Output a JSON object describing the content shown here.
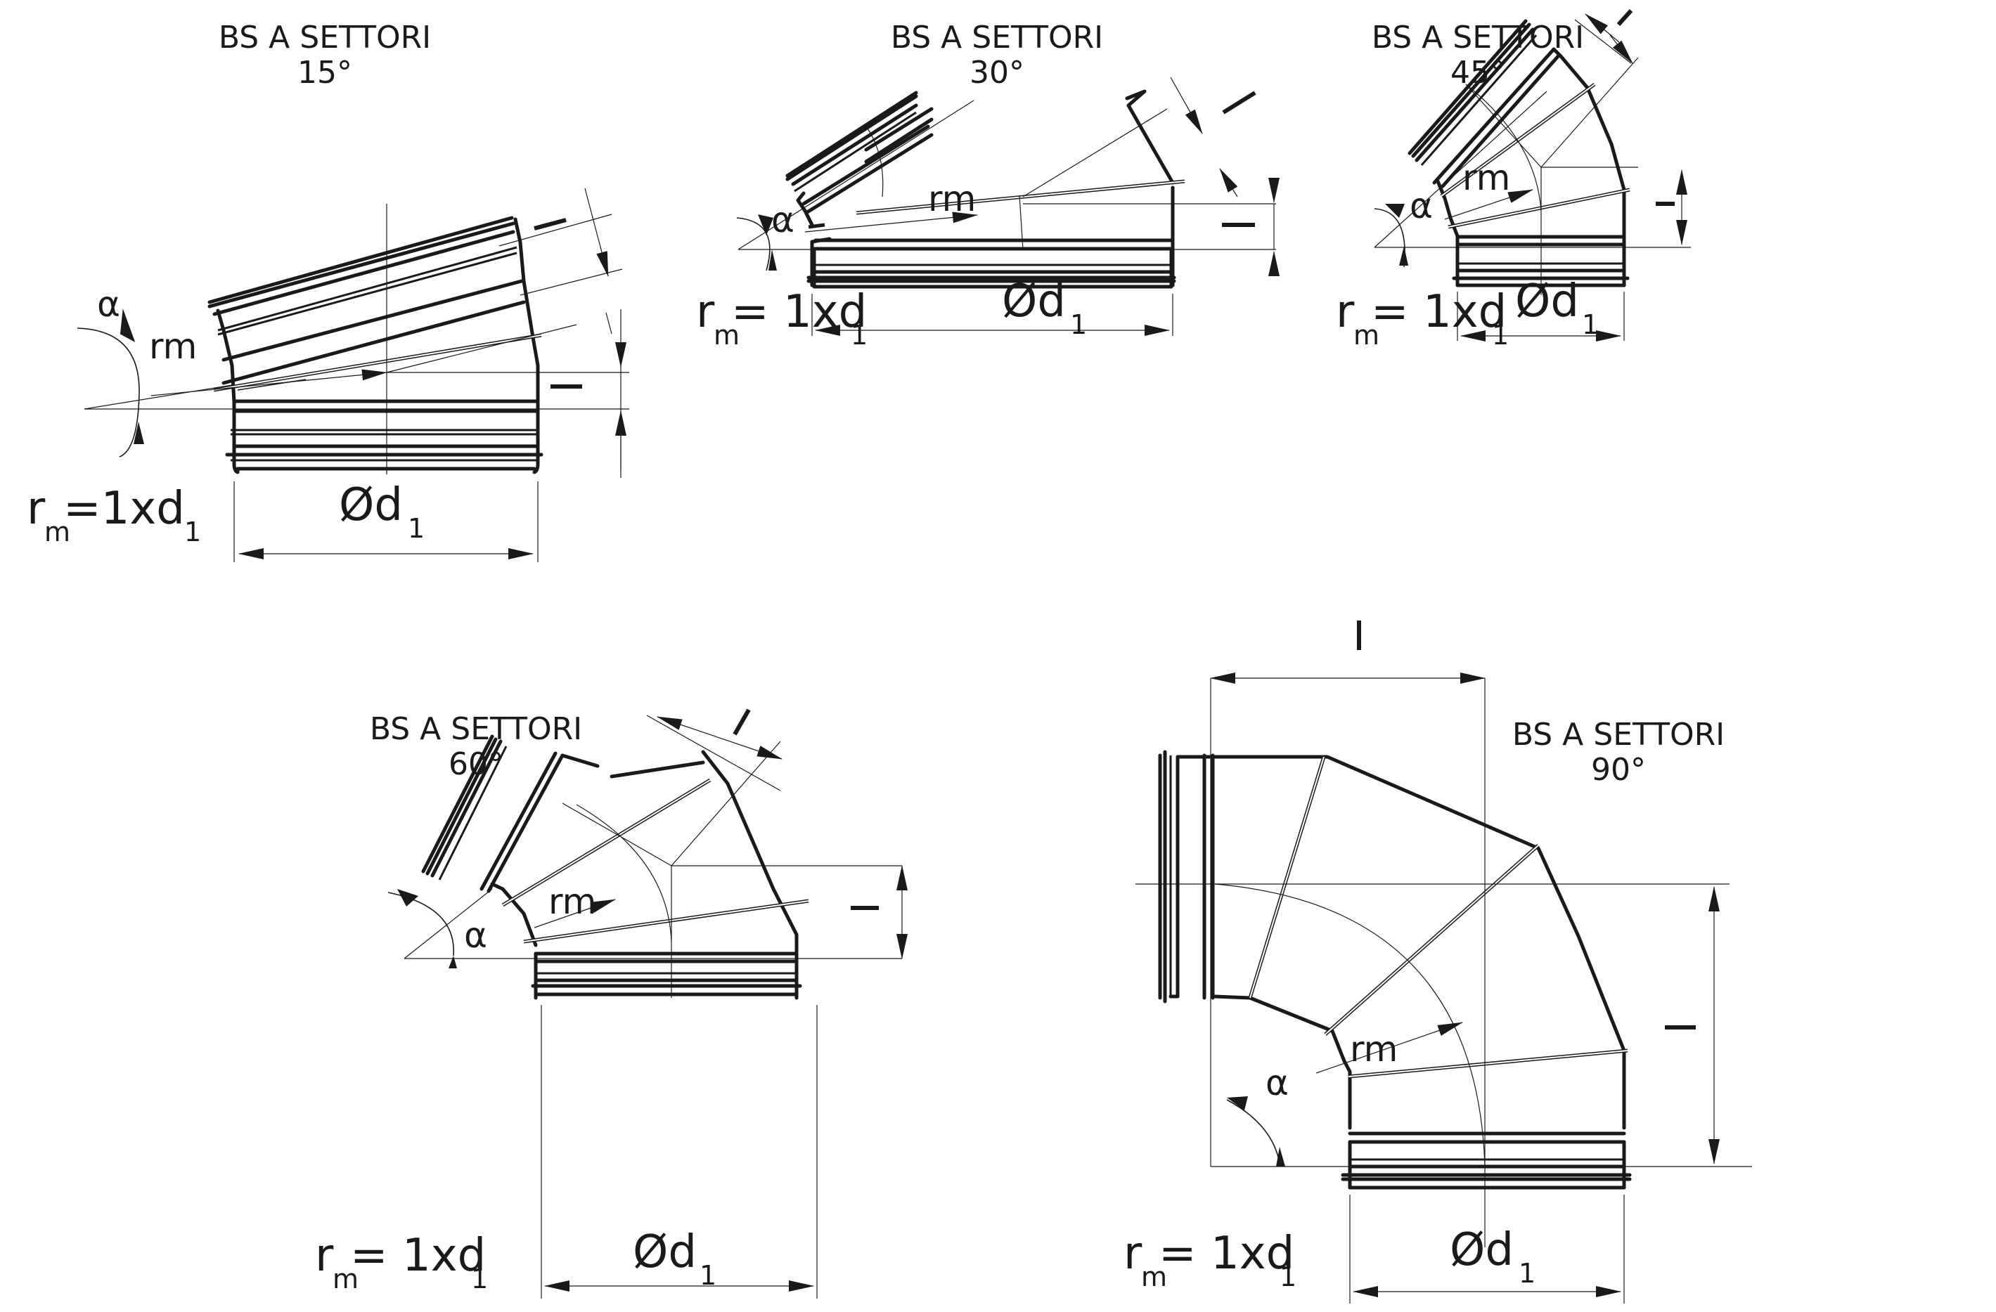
{
  "drawings": [
    {
      "id": "elbow-15",
      "title": "BS A SETTORI",
      "angle": "15°",
      "alpha_symbol": "α",
      "radius_label": "rm",
      "diameter_label": "Ød",
      "diameter_sub": "1",
      "formula": {
        "r": "r",
        "r_sub": "m",
        "rest": "=1xd",
        "d_sub": "1"
      },
      "length_mark": "l"
    },
    {
      "id": "elbow-30",
      "title": "BS A SETTORI",
      "angle": "30°",
      "alpha_symbol": "α",
      "radius_label": "rm",
      "diameter_label": "Ød",
      "diameter_sub": "1",
      "formula": {
        "r": "r",
        "r_sub": "m",
        "rest": " = 1xd",
        "d_sub": "1"
      },
      "length_mark": "l"
    },
    {
      "id": "elbow-45",
      "title": "BS A SETTORI",
      "angle": "45°",
      "alpha_symbol": "α",
      "radius_label": "rm",
      "diameter_label": "Ød",
      "diameter_sub": "1",
      "formula": {
        "r": "r",
        "r_sub": "m",
        "rest": " = 1xd",
        "d_sub": "1"
      },
      "length_mark": "l"
    },
    {
      "id": "elbow-60",
      "title": "BS A SETTORI",
      "angle": "60°",
      "alpha_symbol": "α",
      "radius_label": "rm",
      "diameter_label": "Ød",
      "diameter_sub": "1",
      "formula": {
        "r": "r",
        "r_sub": "m",
        "rest": " = 1xd",
        "d_sub": "1"
      },
      "length_mark": "l"
    },
    {
      "id": "elbow-90",
      "title": "BS A SETTORI",
      "angle": "90°",
      "alpha_symbol": "α",
      "radius_label": "rm",
      "diameter_label": "Ød",
      "diameter_sub": "1",
      "formula": {
        "r": "r",
        "r_sub": "m",
        "rest": " = 1xd",
        "d_sub": "1"
      },
      "length_mark": "l"
    }
  ]
}
